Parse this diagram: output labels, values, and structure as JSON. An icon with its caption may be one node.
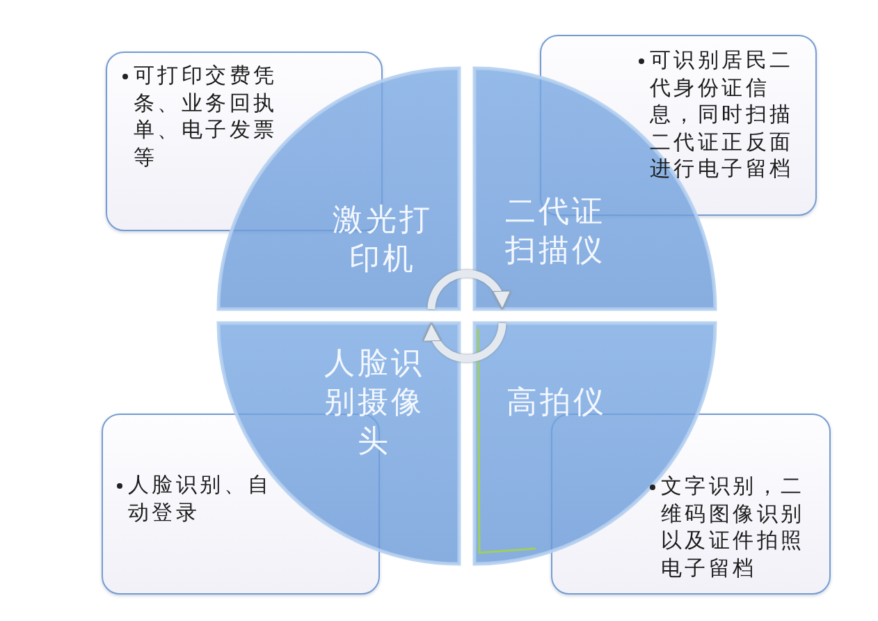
{
  "diagram": {
    "nodes": [
      {
        "text": [
          "激光打印机"
        ]
      },
      {
        "text": [
          "二代证扫描仪"
        ]
      },
      {
        "text": [
          "人脸识别摄像头"
        ]
      },
      {
        "text": [
          "高拍仪"
        ]
      },
      {
        "text": [
          "可打印交费凭条、业务回执单、电子发票等"
        ]
      },
      {
        "text": [
          "可识别居民二代身份证信息，同时扫描二代证正反面进行电子留档"
        ]
      },
      {
        "text": [
          "人脸识别、自动登录"
        ]
      },
      {
        "text": [
          "文字识别，二维码图像识别以及证件拍照电子留档"
        ]
      }
    ],
    "edges": [
      {
        "from": 0,
        "to": 1,
        "arrow": "to"
      },
      {
        "from": 3,
        "to": 2,
        "arrow": "to"
      }
    ]
  }
}
